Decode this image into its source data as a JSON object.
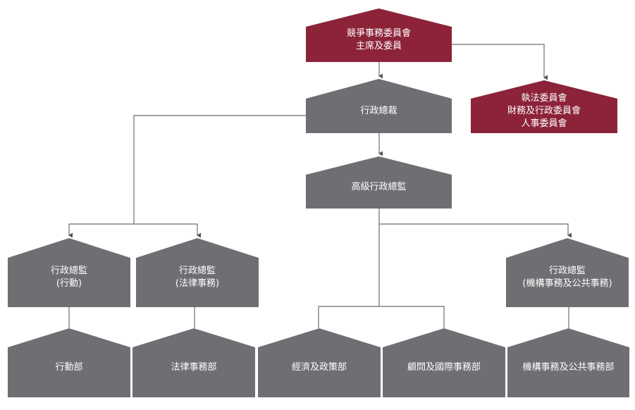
{
  "colors": {
    "board": "#8c2339",
    "unit": "#6f6f73",
    "line": "#6d6d70",
    "text": "#ffffff"
  },
  "nodes": [
    {
      "id": "commission",
      "type": "board",
      "lines": [
        "競爭事務委員會",
        "主席及委員"
      ]
    },
    {
      "id": "committees",
      "type": "board",
      "lines": [
        "執法委員會",
        "財務及行政委員會",
        "人事委員會"
      ]
    },
    {
      "id": "ceo",
      "type": "unit",
      "lines": [
        "行政總裁"
      ]
    },
    {
      "id": "senior-ed",
      "type": "unit",
      "lines": [
        "高級行政總監"
      ]
    },
    {
      "id": "ed-operations",
      "type": "unit",
      "lines": [
        "行政總監",
        "(行動)"
      ]
    },
    {
      "id": "ed-legal",
      "type": "unit",
      "lines": [
        "行政總監",
        "(法律事務)"
      ]
    },
    {
      "id": "ed-corporate",
      "type": "unit",
      "lines": [
        "行政總監",
        "(機構事務及公共事務)"
      ]
    },
    {
      "id": "div-operations",
      "type": "unit",
      "lines": [
        "行動部"
      ]
    },
    {
      "id": "div-legal",
      "type": "unit",
      "lines": [
        "法律事務部"
      ]
    },
    {
      "id": "div-economics",
      "type": "unit",
      "lines": [
        "經濟及政策部"
      ]
    },
    {
      "id": "div-advisory",
      "type": "unit",
      "lines": [
        "顧問及國際事務部"
      ]
    },
    {
      "id": "div-corporate",
      "type": "unit",
      "lines": [
        "機構事務及公共事務部"
      ]
    }
  ],
  "edges": [
    {
      "from": "commission",
      "to": "ceo"
    },
    {
      "from": "commission",
      "to": "committees"
    },
    {
      "from": "ceo",
      "to": "senior-ed"
    },
    {
      "from": "ceo",
      "to": "ed-operations"
    },
    {
      "from": "ceo",
      "to": "ed-legal"
    },
    {
      "from": "senior-ed",
      "to": "ed-corporate"
    },
    {
      "from": "senior-ed",
      "to": "div-economics"
    },
    {
      "from": "senior-ed",
      "to": "div-advisory"
    },
    {
      "from": "ed-operations",
      "to": "div-operations"
    },
    {
      "from": "ed-legal",
      "to": "div-legal"
    },
    {
      "from": "ed-corporate",
      "to": "div-corporate"
    }
  ]
}
